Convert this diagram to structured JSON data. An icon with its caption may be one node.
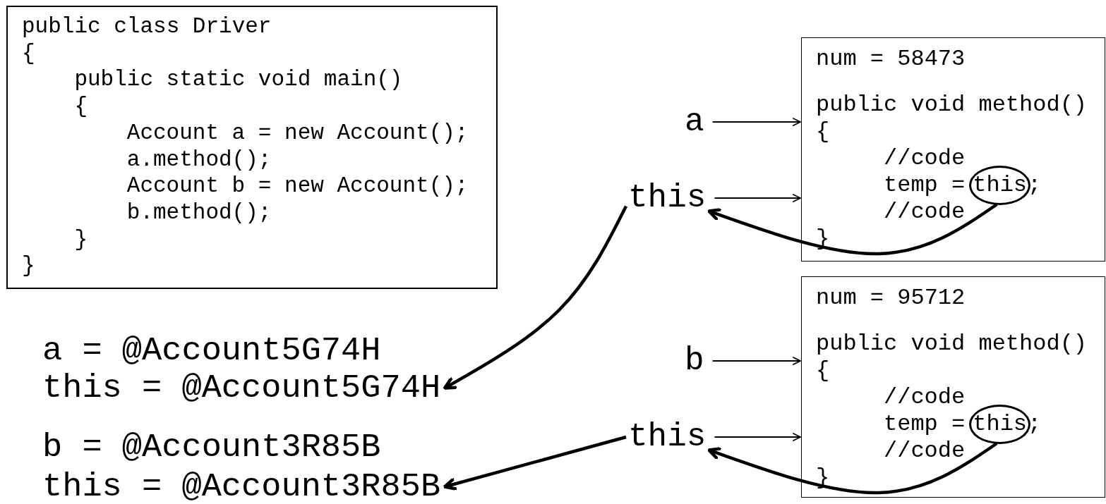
{
  "diagram": {
    "nodes": [
      {
        "text": [
          "public class Driver",
          "{",
          "public static void main()",
          "{",
          "Account a = new Account();",
          "a.method();",
          "Account b = new Account();",
          "b.method();",
          "}",
          "}"
        ]
      },
      {
        "text": [
          "a"
        ]
      },
      {
        "text": [
          "this"
        ]
      },
      {
        "text": [
          "num = 58473",
          "public void method()",
          "{",
          "//code",
          "temp =",
          ";",
          "//code",
          "}"
        ]
      },
      {
        "text": [
          "this"
        ],
        "in": 3
      },
      {
        "text": [
          "b"
        ]
      },
      {
        "text": [
          "this"
        ]
      },
      {
        "text": [
          "num = 95712",
          "public void method()",
          "{",
          "//code",
          "temp =",
          ";",
          "//code",
          "}"
        ]
      },
      {
        "text": [
          "this"
        ],
        "in": 7
      },
      {
        "text": [
          "this = @Account5G74H"
        ]
      },
      {
        "text": [
          "this = @Account3R85B"
        ]
      }
    ],
    "edges": [
      {
        "from": 1,
        "to": 3,
        "arrow": "to"
      },
      {
        "from": 2,
        "to": 3,
        "arrow": "to"
      },
      {
        "from": 4,
        "to": 2,
        "arrow": "to",
        "style": "thick"
      },
      {
        "from": 2,
        "to": 9,
        "arrow": "to",
        "style": "thick"
      },
      {
        "from": 5,
        "to": 7,
        "arrow": "to"
      },
      {
        "from": 6,
        "to": 7,
        "arrow": "to"
      },
      {
        "from": 8,
        "to": 6,
        "arrow": "to",
        "style": "thick"
      },
      {
        "from": 6,
        "to": 10,
        "arrow": "to",
        "style": "thick"
      }
    ],
    "labels": [
      "a = @Account5G74H",
      "b = @Account3R85B"
    ]
  }
}
